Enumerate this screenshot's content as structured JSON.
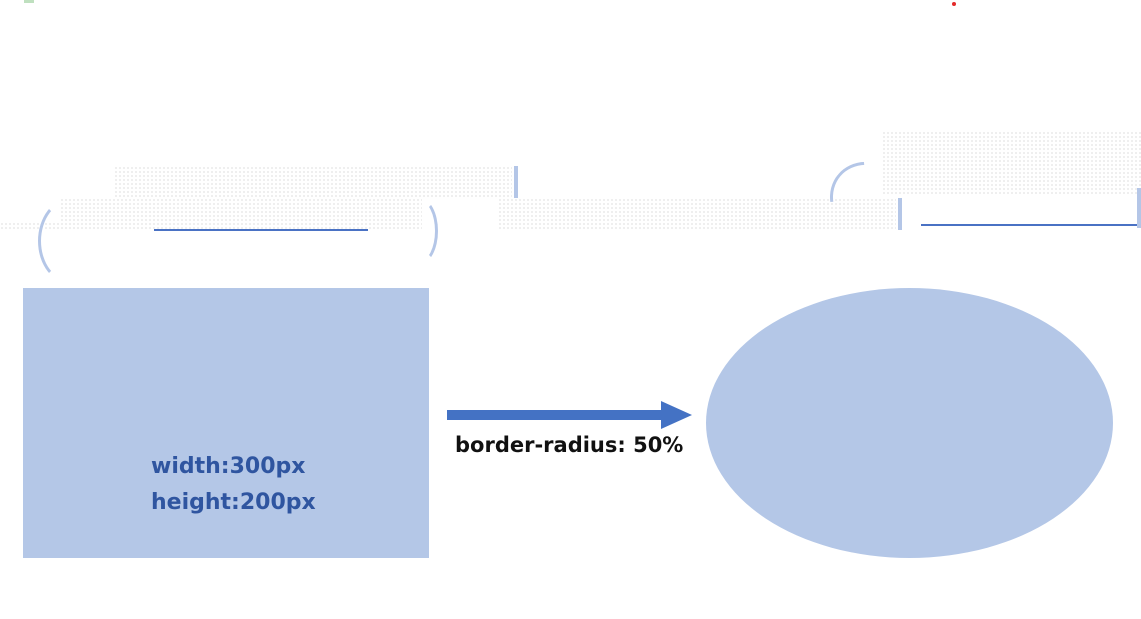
{
  "diagram": {
    "source_shape": {
      "width_label": "width:300px",
      "height_label": "height:200px"
    },
    "transform": {
      "label": "border-radius: 50%"
    },
    "colors": {
      "shape_fill": "#b4c7e7",
      "label_text": "#2f55a0",
      "arrow": "#4472c4",
      "arrow_label_text": "#111111"
    },
    "icons": {
      "arrow": "right-arrow-icon"
    }
  }
}
